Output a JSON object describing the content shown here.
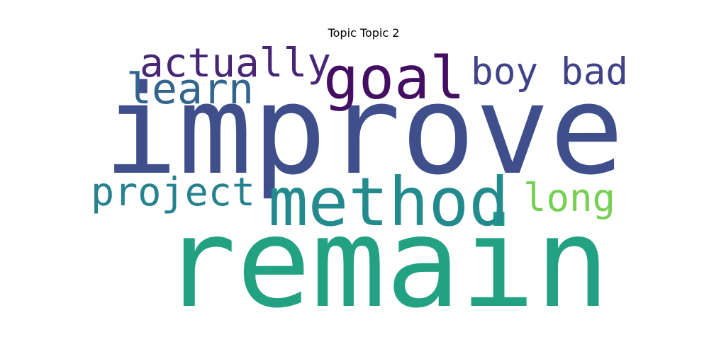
{
  "chart_data": {
    "type": "wordcloud",
    "title": "Topic Topic 2",
    "words": [
      {
        "text": "improve",
        "color": "#3f4f8b"
      },
      {
        "text": "remain",
        "color": "#22a183"
      },
      {
        "text": "goal",
        "color": "#440f62"
      },
      {
        "text": "method",
        "color": "#238a8d"
      },
      {
        "text": "actually",
        "color": "#482575"
      },
      {
        "text": "boy bad",
        "color": "#404388"
      },
      {
        "text": "learn",
        "color": "#32658e"
      },
      {
        "text": "project",
        "color": "#26828e"
      },
      {
        "text": "long",
        "color": "#75d054"
      }
    ]
  }
}
